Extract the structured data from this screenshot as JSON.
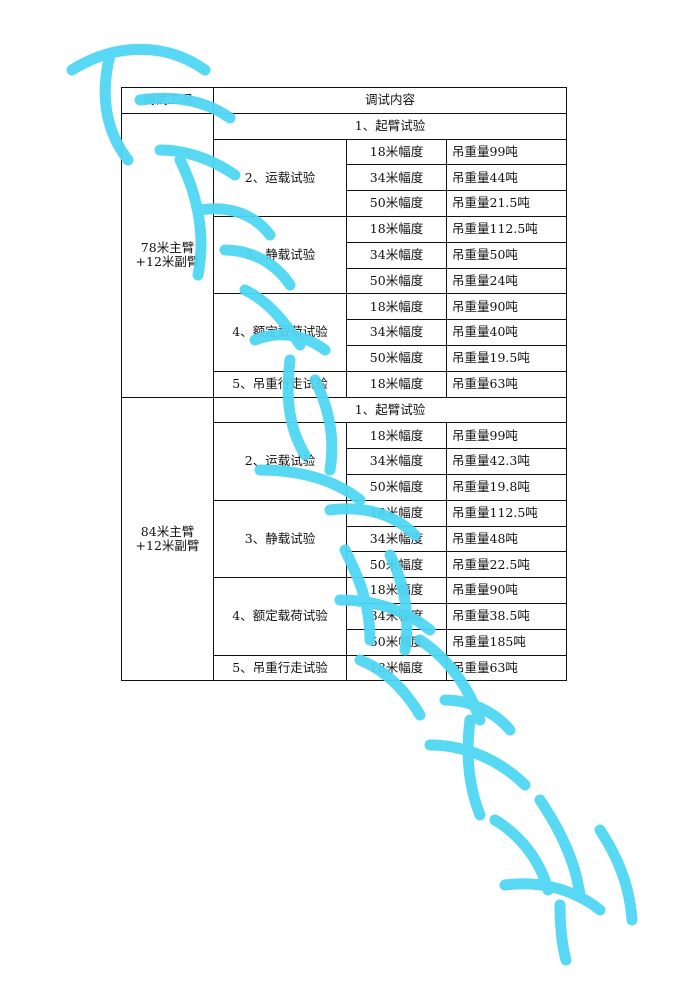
{
  "table": {
    "header": {
      "condition": "调试工况",
      "content": "调试内容"
    },
    "groups": [
      {
        "condition": "78米主臂+12米副臂",
        "lift_test": "1、起臂试验",
        "tests": [
          {
            "name": "2、运载试验",
            "rows": [
              {
                "radius": "18米幅度",
                "load": "吊重量99吨"
              },
              {
                "radius": "34米幅度",
                "load": "吊重量44吨"
              },
              {
                "radius": "50米幅度",
                "load": "吊重量21.5吨"
              }
            ]
          },
          {
            "name": "3、静载试验",
            "rows": [
              {
                "radius": "18米幅度",
                "load": "吊重量112.5吨"
              },
              {
                "radius": "34米幅度",
                "load": "吊重量50吨"
              },
              {
                "radius": "50米幅度",
                "load": "吊重量24吨"
              }
            ]
          },
          {
            "name": "4、额定载荷试验",
            "rows": [
              {
                "radius": "18米幅度",
                "load": "吊重量90吨"
              },
              {
                "radius": "34米幅度",
                "load": "吊重量40吨"
              },
              {
                "radius": "50米幅度",
                "load": "吊重量19.5吨"
              }
            ]
          },
          {
            "name": "5、吊重行走试验",
            "rows": [
              {
                "radius": "18米幅度",
                "load": "吊重量63吨"
              }
            ]
          }
        ]
      },
      {
        "condition": "84米主臂+12米副臂",
        "lift_test": "1、起臂试验",
        "tests": [
          {
            "name": "2、运载试验",
            "rows": [
              {
                "radius": "18米幅度",
                "load": "吊重量99吨"
              },
              {
                "radius": "34米幅度",
                "load": "吊重量42.3吨"
              },
              {
                "radius": "50米幅度",
                "load": "吊重量19.8吨"
              }
            ]
          },
          {
            "name": "3、静载试验",
            "rows": [
              {
                "radius": "18米幅度",
                "load": "吊重量112.5吨"
              },
              {
                "radius": "34米幅度",
                "load": "吊重量48吨"
              },
              {
                "radius": "50米幅度",
                "load": "吊重量22.5吨"
              }
            ]
          },
          {
            "name": "4、额定载荷试验",
            "rows": [
              {
                "radius": "18米幅度",
                "load": "吊重量90吨"
              },
              {
                "radius": "34米幅度",
                "load": "吊重量38.5吨"
              },
              {
                "radius": "50米幅度",
                "load": "吊重量185吨"
              }
            ]
          },
          {
            "name": "5、吊重行走试验",
            "rows": [
              {
                "radius": "18米幅度",
                "load": "吊重量63吨"
              }
            ]
          }
        ]
      }
    ]
  },
  "watermark": {
    "color": "#4fd6f3"
  }
}
